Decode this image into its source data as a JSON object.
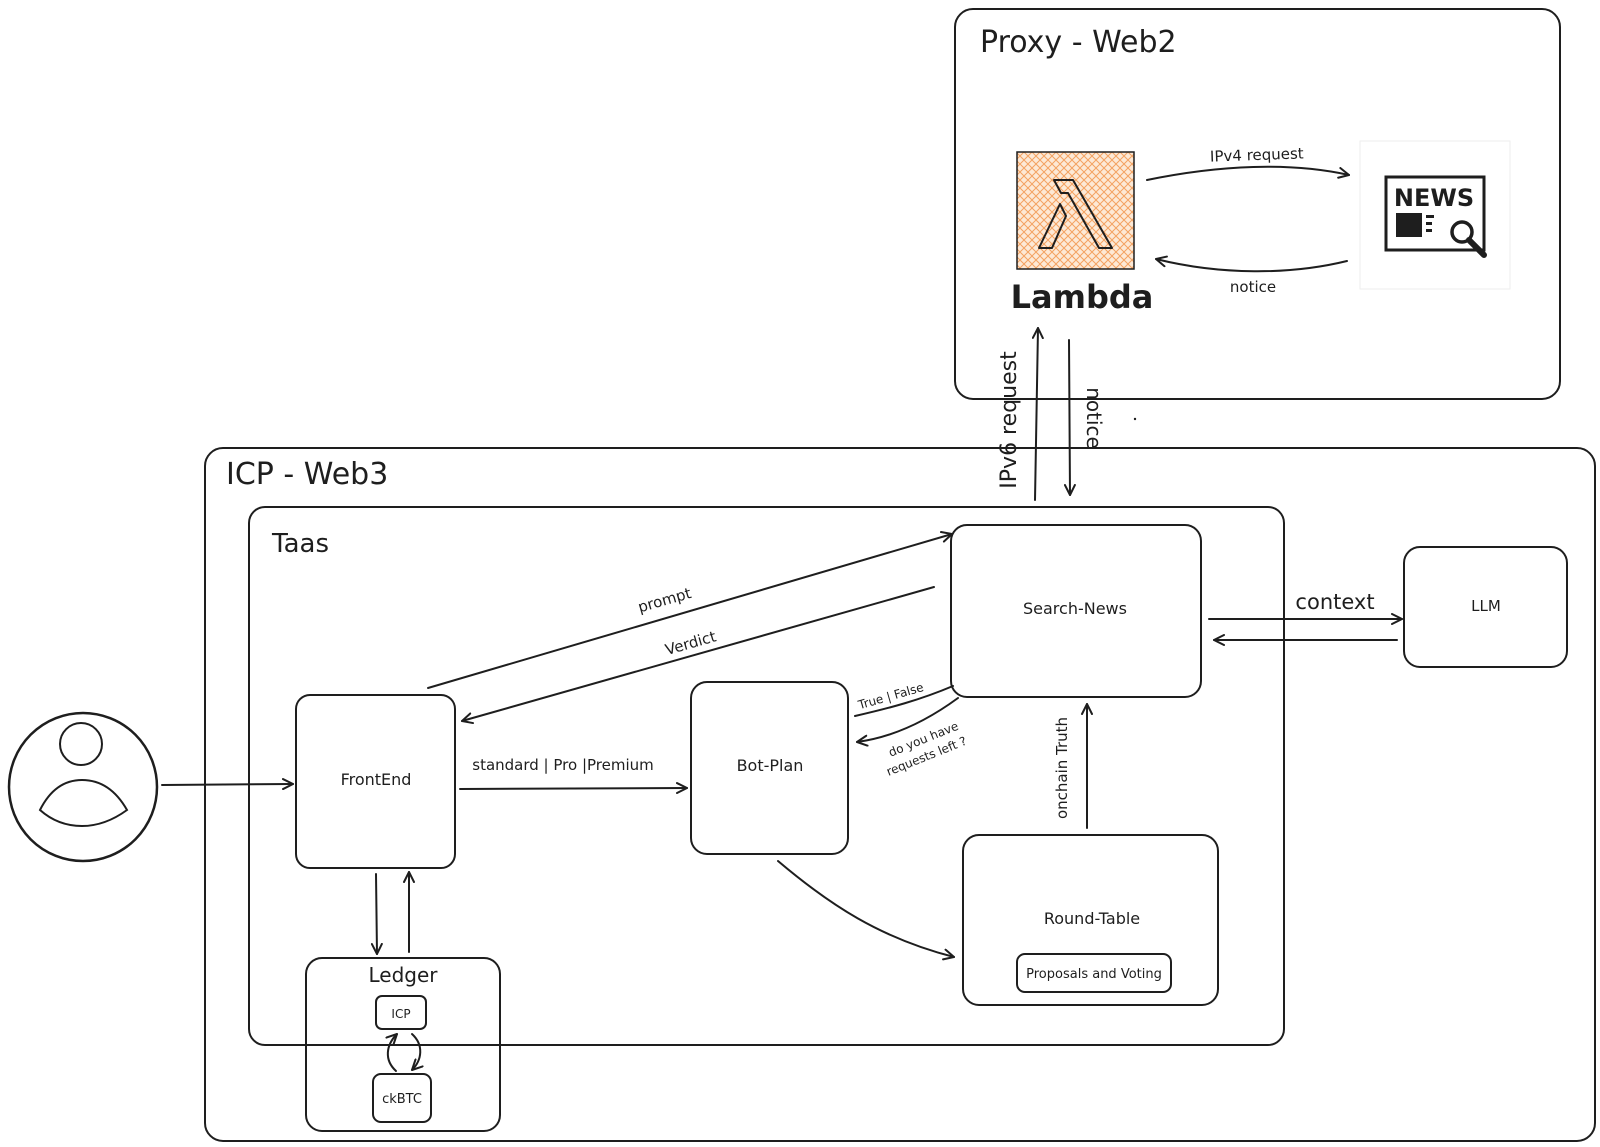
{
  "groups": {
    "proxy": "Proxy - Web2",
    "icp": "ICP - Web3",
    "taas": "Taas"
  },
  "nodes": {
    "lambda": "Lambda",
    "news_logo": "NEWS",
    "search_news": "Search-News",
    "llm": "LLM",
    "frontend": "FrontEnd",
    "bot_plan": "Bot-Plan",
    "round_table": "Round-Table",
    "proposals": "Proposals and Voting",
    "ledger": "Ledger",
    "icp_token": "ICP",
    "ckbtc": "ckBTC"
  },
  "edges": {
    "ipv4_request": "IPv4 request",
    "notice_web2": "notice",
    "ipv6_request": "IPv6 request",
    "notice_down": "notice",
    "context": "context",
    "prompt": "prompt",
    "verdict": "Verdict",
    "plans": "standard | Pro |Premium",
    "true_false": "True | False",
    "requests_left_1": "do you have",
    "requests_left_2": "requests left ?",
    "onchain_truth": "onchain Truth"
  },
  "icons": {
    "user": "user-avatar-icon",
    "lambda": "aws-lambda-icon",
    "news": "news-search-icon"
  },
  "colors": {
    "stroke": "#1e1e1e",
    "lambda_orange": "#f4a261"
  }
}
